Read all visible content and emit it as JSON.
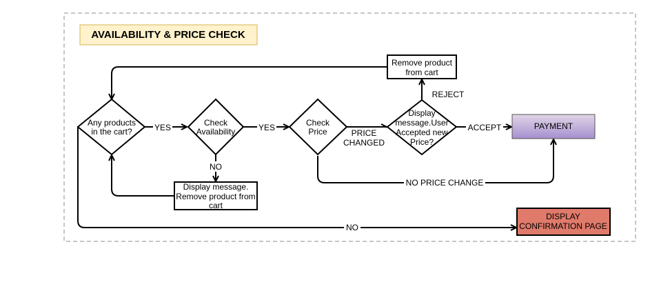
{
  "diagram": {
    "title": "AVAILABILITY & PRICE CHECK",
    "nodes": {
      "any_products": [
        "Any products",
        "in the cart?"
      ],
      "check_availability": [
        "Check",
        "Availability"
      ],
      "check_price": [
        "Check",
        "Price"
      ],
      "display_message_user": [
        "Display",
        "message.User",
        "Accepted new",
        "Price?"
      ],
      "remove_product_top": [
        "Remove product",
        "from cart"
      ],
      "display_message_remove": [
        "Display message.",
        "Remove product from",
        "cart"
      ],
      "payment": [
        "PAYMENT"
      ],
      "display_confirmation": [
        "DISPLAY",
        "CONFIRMATION PAGE"
      ]
    },
    "edge_labels": {
      "yes_1": "YES",
      "yes_2": "YES",
      "no_availability": "NO",
      "price_changed": [
        "PRICE",
        "CHANGED"
      ],
      "reject": "REJECT",
      "accept": "ACCEPT",
      "no_price_change": "NO PRICE CHANGE",
      "no_products": "NO"
    },
    "colors": {
      "title_fill": "#fff2cc",
      "title_stroke": "#d6b656",
      "payment_fill_top": "#e1d5e7",
      "payment_fill_bottom": "#a58fcf",
      "confirmation_fill": "#e07a6a",
      "container_stroke": "#b3b3b3"
    }
  }
}
